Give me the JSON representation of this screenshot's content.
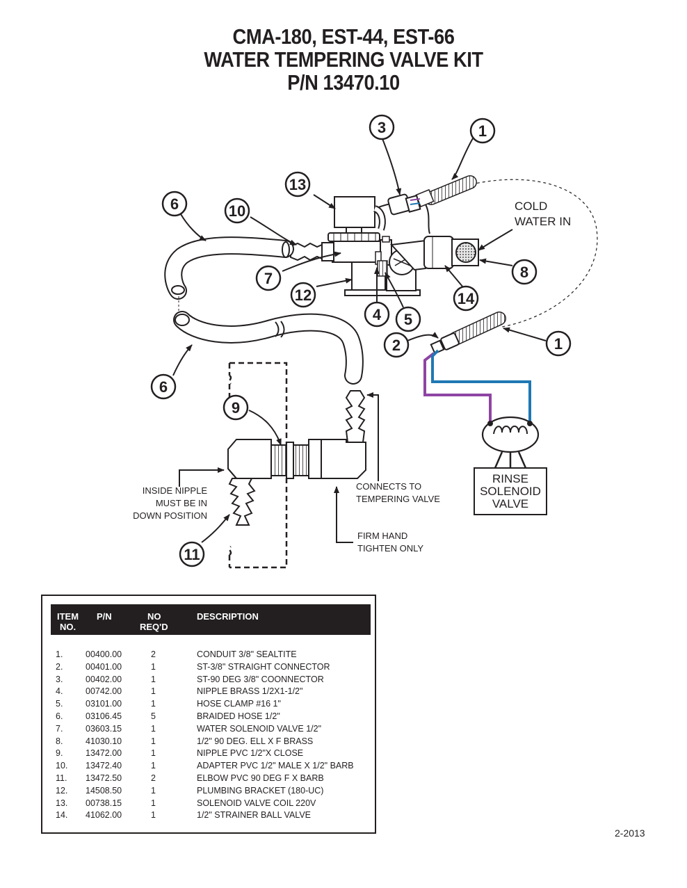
{
  "title": {
    "line1": "CMA-180, EST-44, EST-66",
    "line2": "WATER TEMPERING VALVE KIT",
    "line3": "P/N 13470.10"
  },
  "callouts": [
    "1",
    "2",
    "3",
    "4",
    "5",
    "6",
    "7",
    "8",
    "9",
    "10",
    "11",
    "12",
    "13",
    "14"
  ],
  "labels": {
    "cold_water_line1": "COLD",
    "cold_water_line2": "WATER IN",
    "rinse_line1": "RINSE",
    "rinse_line2": "SOLENOID",
    "rinse_line3": "VALVE",
    "inside_nipple_line1": "INSIDE NIPPLE",
    "inside_nipple_line2": "MUST BE IN",
    "inside_nipple_line3": "DOWN POSITION",
    "connects_line1": "CONNECTS TO",
    "connects_line2": "TEMPERING  VALVE",
    "firm_line1": "FIRM HAND",
    "firm_line2": "TIGHTEN ONLY"
  },
  "wire_colors": {
    "purple": "#8e44a3",
    "blue": "#1f78b4"
  },
  "parts_table": {
    "headers": {
      "item_line1": "ITEM",
      "item_line2": "NO.",
      "pn": "P/N",
      "req_line1": "NO",
      "req_line2": "REQ'D",
      "desc": "DESCRIPTION"
    },
    "rows": [
      {
        "item": "1.",
        "pn": "00400.00",
        "req": "2",
        "desc": "CONDUIT 3/8\" SEALTITE"
      },
      {
        "item": "2.",
        "pn": "00401.00",
        "req": "1",
        "desc": "ST-3/8\" STRAIGHT CONNECTOR"
      },
      {
        "item": "3.",
        "pn": "00402.00",
        "req": "1",
        "desc": "ST-90 DEG 3/8\" COONNECTOR"
      },
      {
        "item": "4.",
        "pn": "00742.00",
        "req": "1",
        "desc": "NIPPLE BRASS 1/2X1-1/2\""
      },
      {
        "item": "5.",
        "pn": "03101.00",
        "req": "1",
        "desc": "HOSE CLAMP #16  1\""
      },
      {
        "item": "6.",
        "pn": "03106.45",
        "req": "5",
        "desc": "BRAIDED HOSE 1/2\""
      },
      {
        "item": "7.",
        "pn": "03603.15",
        "req": "1",
        "desc": "WATER SOLENOID VALVE 1/2\""
      },
      {
        "item": "8.",
        "pn": "41030.10",
        "req": "1",
        "desc": "1/2\" 90 DEG. ELL X F BRASS"
      },
      {
        "item": "9.",
        "pn": "13472.00",
        "req": "1",
        "desc": "NIPPLE PVC 1/2\"X CLOSE"
      },
      {
        "item": "10.",
        "pn": "13472.40",
        "req": "1",
        "desc": "ADAPTER PVC 1/2\" MALE X 1/2\" BARB"
      },
      {
        "item": "11.",
        "pn": "13472.50",
        "req": "2",
        "desc": "ELBOW PVC 90 DEG F X BARB"
      },
      {
        "item": "12.",
        "pn": "14508.50",
        "req": "1",
        "desc": "PLUMBING BRACKET (180-UC)"
      },
      {
        "item": "13.",
        "pn": "00738.15",
        "req": "1",
        "desc": "SOLENOID VALVE COIL 220V"
      },
      {
        "item": "14.",
        "pn": "41062.00",
        "req": "1",
        "desc": "1/2\" STRAINER BALL VALVE"
      }
    ]
  },
  "date": "2-2013"
}
